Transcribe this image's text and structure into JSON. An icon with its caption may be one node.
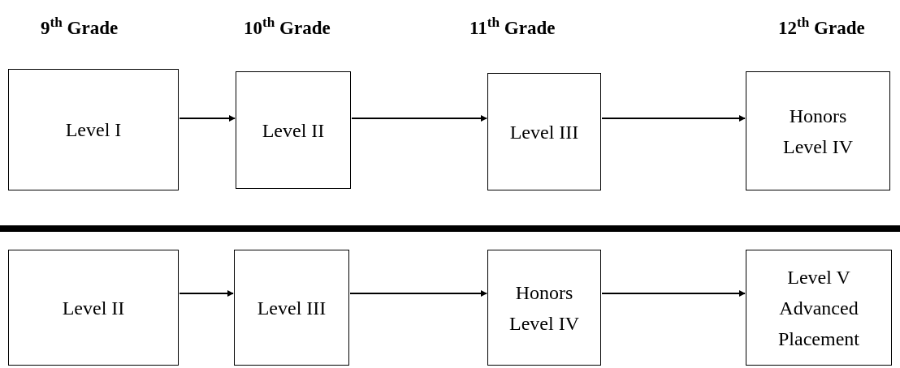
{
  "diagram": {
    "nodes": [
      {
        "text": [
          "Level I"
        ]
      },
      {
        "text": [
          "Level II"
        ]
      },
      {
        "text": [
          "Level III"
        ]
      },
      {
        "text": [
          "Honors Level IV"
        ]
      },
      {
        "text": [
          "Level II"
        ]
      },
      {
        "text": [
          "Level III"
        ]
      },
      {
        "text": [
          "Honors Level IV"
        ]
      },
      {
        "text": [
          "Level V Advanced Placement"
        ]
      }
    ],
    "edges": [
      {
        "from": 0,
        "to": 1,
        "arrow": "to"
      },
      {
        "from": 1,
        "to": 2,
        "arrow": "to"
      },
      {
        "from": 2,
        "to": 3,
        "arrow": "to"
      },
      {
        "from": 4,
        "to": 5,
        "arrow": "to"
      },
      {
        "from": 5,
        "to": 6,
        "arrow": "to"
      },
      {
        "from": 6,
        "to": 7,
        "arrow": "to"
      }
    ],
    "labels": [
      "9$^{th}$ Grade",
      "10$^{th}$ Grade",
      "11$^{th}$ Grade",
      "12$^{th}$ Grade"
    ]
  }
}
